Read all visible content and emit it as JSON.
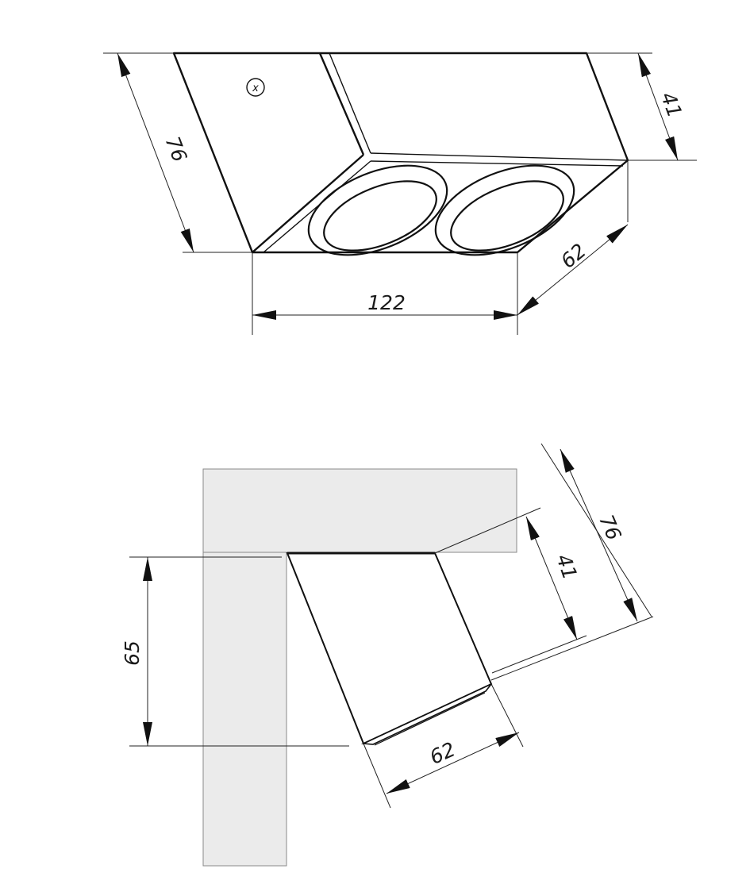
{
  "top_view": {
    "dimensions": {
      "height": "76",
      "depth": "41",
      "width": "122",
      "side": "62"
    },
    "marker_symbol": "x"
  },
  "side_view": {
    "dimensions": {
      "height": "76",
      "depth": "41",
      "drop": "65",
      "side": "62"
    }
  }
}
